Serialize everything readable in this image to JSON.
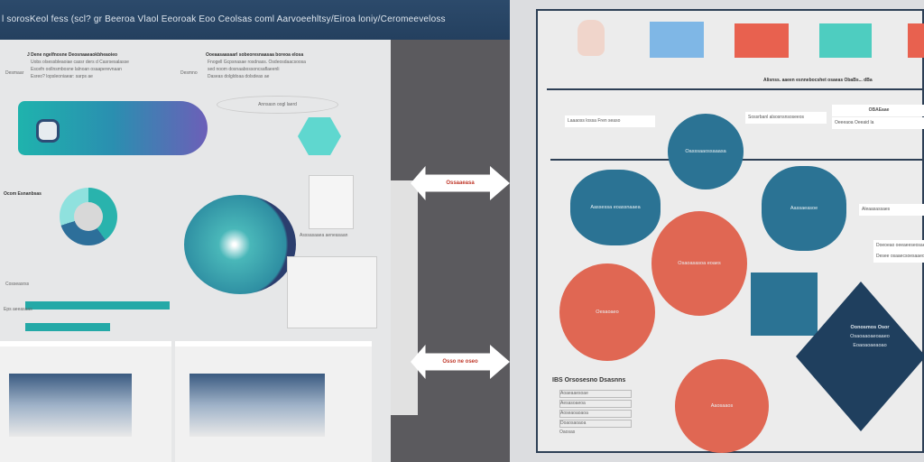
{
  "header": {
    "title": "l sorosKeol fess (scl? gr Beeroa Vlaol  Eeoroak Eoo Ceolsas coml Aarvoeehltsy/Eiroa loniy/Ceromeeveloss"
  },
  "left": {
    "block1": {
      "title": "J Dene ngelfnosne Deosnaaeaokbheaoieo",
      "lines": [
        "Uobs olsessbleaoiae cassr ders d Casrsesalasse",
        "Escefn oollnsmbosne lalnoan  osaaperevnaan",
        "Esreo? lopsleoniaear: sarps ae"
      ],
      "side": "Desmaar"
    },
    "block2": {
      "title": "Ooeaasaasaarl sobeoresnaasaa boreoa elosa",
      "lines": [
        "Fnogell Gcpsnasae rosdnass. Osdeosdaacsoosa",
        "sed noom dosnaabossoncsaflaeenli",
        "Daseas dolgldoaa dolsdeas ae"
      ],
      "side": "Desmno"
    },
    "pill": "Annsasn oogl laerd",
    "section": "Ocom Esnanbsas",
    "caption": "Asssasaaea aeneasaan",
    "footer1": "Cosseasrss",
    "footer2": "Eps aeeasaas"
  },
  "arrows": [
    "Ossaaeasa",
    "Osso ne oseo"
  ],
  "right": {
    "heading": "Alisnss. aaeen esnnebocshet osaeas ObaBs... dBa",
    "cards": [
      "Laaaoss lossa Fren seaso",
      "Sossrbanl alsosnsnsoseeos",
      "OBAEaae",
      "Oeeeaoa Oeeaid la",
      "Aleaasassaes",
      "Doeoeao oeeaeeseosaeosea",
      "Desee osaaecsoesaaeoe"
    ],
    "circles": [
      "Oasssaaossaaasa",
      "Aassessa eoassnaaea",
      "Aassaeasoe",
      "Osaoasasoa eoaes",
      "Oesaoaeo",
      "Aaosaaos"
    ],
    "diamond": [
      "Oonosmos Osor",
      "Osaoaaoaeoaaeo",
      "Eoaoaoaeaoao"
    ],
    "legend": {
      "title": "IBS Orsosesno Dsasnns",
      "items": [
        "Aoaeaaesoae",
        "Aesasoaeoa",
        "Aoseaoaoaoa",
        "Doaosaoaoa",
        "Oaosas"
      ]
    },
    "colors": {
      "teal": "#2b7394",
      "red": "#e06753",
      "navy": "#1f3f5e",
      "accent": "#24a9a7"
    }
  }
}
